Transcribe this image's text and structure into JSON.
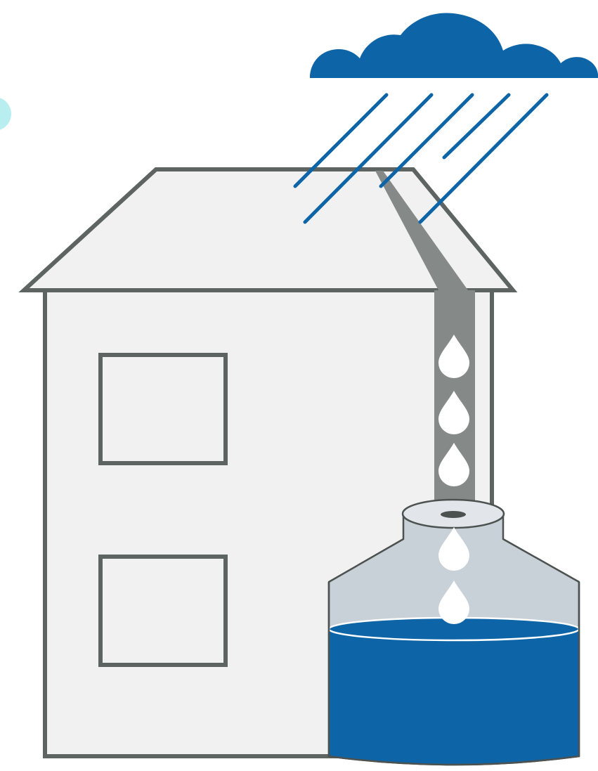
{
  "illustration": {
    "subject": "rainwater-harvesting",
    "elements": [
      "cloud-icon",
      "rain",
      "house",
      "roof",
      "windows",
      "gutter-downpipe",
      "water-droplets",
      "storage-tank",
      "stored-water"
    ],
    "colors": {
      "cloud": "#0D65A7",
      "rain": "#0D65A7",
      "house_fill": "#F1F1F1",
      "house_stroke": "#5E6461",
      "downpipe": "#858A89",
      "tank_fill": "#C8D0D8",
      "tank_stroke": "#4C5250",
      "water": "#0D65A7",
      "droplet": "#FFFFFF",
      "accent_circle": "#B9EEF1"
    }
  }
}
